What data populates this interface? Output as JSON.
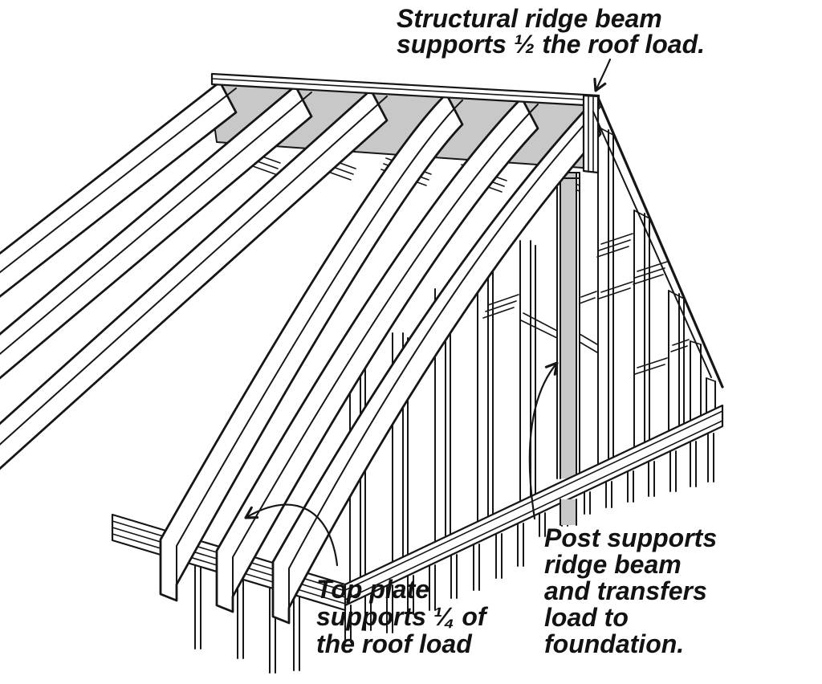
{
  "figure": {
    "colors": {
      "ink": "#161616",
      "wood_shade": "#c8c8c8",
      "paper": "#ffffff"
    },
    "labels": {
      "ridge": {
        "lines": [
          "Structural ridge beam",
          "supports ½ the roof load."
        ]
      },
      "top_plate": {
        "lines": [
          "Top plate",
          "supports ¼ of",
          "the roof load"
        ]
      },
      "post": {
        "lines": [
          "Post supports",
          "ridge beam",
          "and transfers",
          "load to",
          "foundation."
        ]
      }
    }
  }
}
